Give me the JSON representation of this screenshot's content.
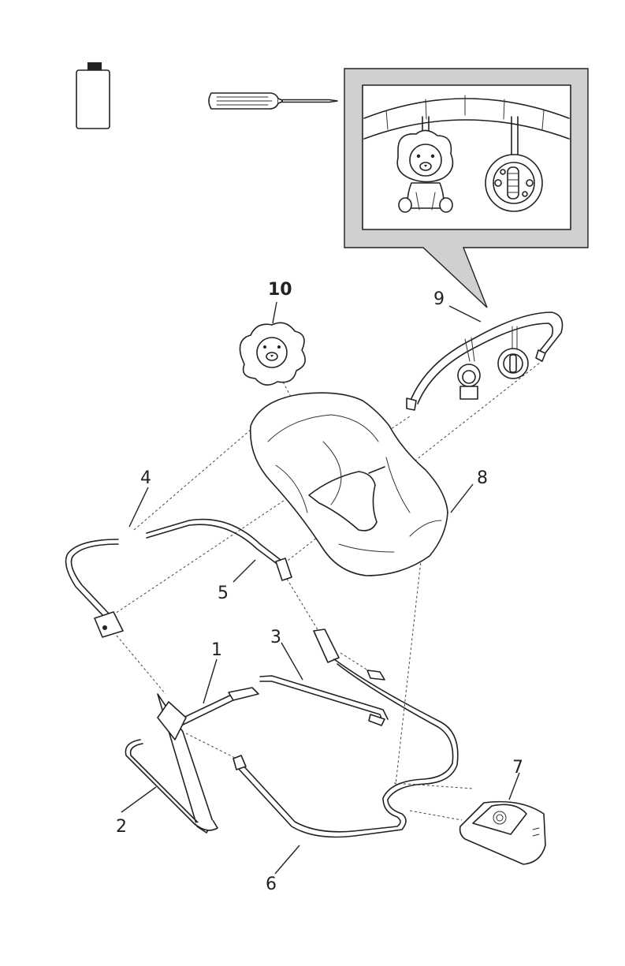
{
  "labels": {
    "p1": "1",
    "p2": "2",
    "p3": "3",
    "p4": "4",
    "p5": "5",
    "p6": "6",
    "p7": "7",
    "p8": "8",
    "p9": "9",
    "p10": "10"
  },
  "icons": {
    "battery": "battery-icon",
    "screwdriver": "screwdriver-icon",
    "toy_bar_detail": "toy-bar-detail-inset"
  },
  "colors": {
    "line": "#222222",
    "inset_background": "#d0d0d0",
    "paper": "#ffffff"
  }
}
